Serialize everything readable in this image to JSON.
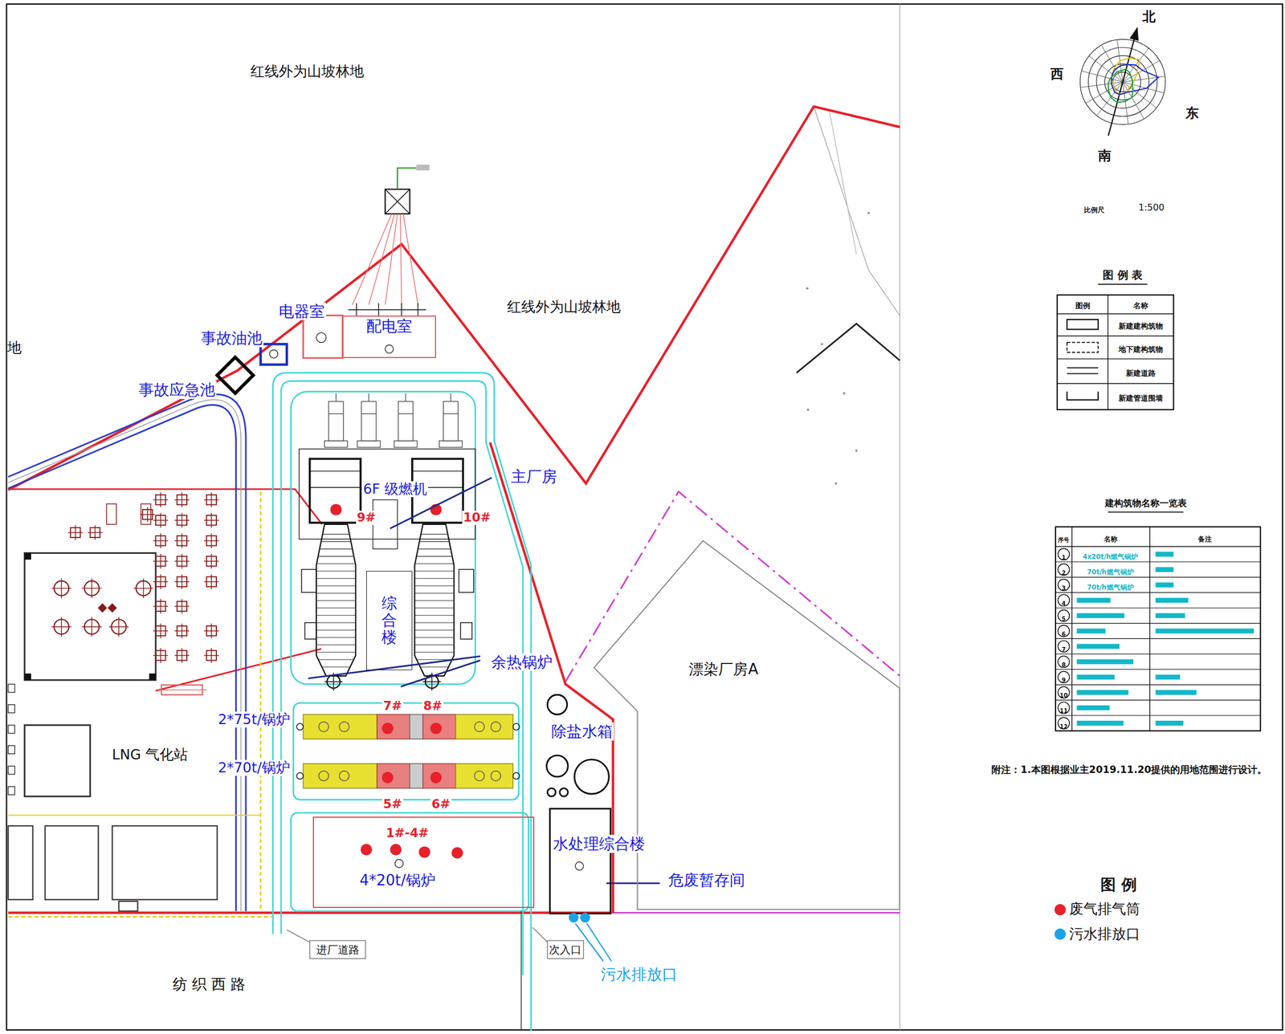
{
  "diagram": {
    "nodes": [
      {
        "text": [
          "配电室"
        ]
      },
      {
        "text": [
          "综合楼"
        ]
      },
      {
        "text": [
          "漂染厂房A"
        ]
      },
      {
        "text": [
          "1#-4#",
          "4*20t/锅炉"
        ]
      }
    ],
    "labels": [
      "红线外为山坡林地",
      "红线外为山坡林地",
      "地",
      "电器室",
      "事故油池",
      "事故应急池",
      "主厂房",
      "6F 级燃机",
      "9#",
      "10#",
      "余热锅炉",
      "7#",
      "8#",
      "2*75t/锅炉",
      "除盐水箱",
      "LNG 气化站",
      "2*70t/锅炉",
      "5#",
      "6#",
      "水处理综合楼",
      "危废暂存间",
      "进厂道路",
      "次入口",
      "污水排放口",
      "纺 织 西 路",
      "北",
      "西",
      "东",
      "南",
      "比例尺",
      "1:500",
      "图 例 表",
      "图例",
      "名称",
      "新建建构筑物",
      "地下建构筑物",
      "新建道路",
      "新建管道围墙",
      "建构筑物名称一览表",
      "序号",
      "名称",
      "备注",
      "1",
      "2",
      "3",
      "4",
      "5",
      "6",
      "7",
      "8",
      "9",
      "10",
      "11",
      "12",
      "4x20t/h燃气锅炉",
      "70t/h燃气锅炉",
      "70t/h燃气锅炉",
      "附注：1.本图根据业主2019.11.20提供的用地范围进行设计。",
      "图 例"
    ],
    "legend": [
      {
        "text": "废气排气筒",
        "color": "#e8202a"
      },
      {
        "text": "污水排放口",
        "color": "#1aa3e8"
      }
    ]
  }
}
